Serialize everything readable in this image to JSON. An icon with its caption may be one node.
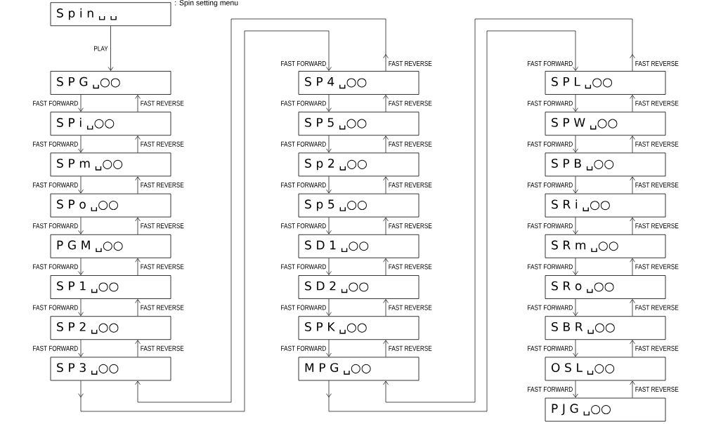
{
  "diagram": {
    "nodes": [
      {
        "text": [
          "S p i n ␣ ␣"
        ],
        "beside": [
          ": Spin setting menu"
        ]
      },
      {
        "text": [
          "S P G ␣○○"
        ]
      },
      {
        "text": [
          "S P i ␣○○"
        ]
      },
      {
        "text": [
          "S P m ␣○○"
        ]
      },
      {
        "text": [
          "S P o ␣○○"
        ]
      },
      {
        "text": [
          "P G M ␣○○"
        ]
      },
      {
        "text": [
          "S P 1 ␣○○"
        ]
      },
      {
        "text": [
          "S P 2 ␣○○"
        ]
      },
      {
        "text": [
          "S P 3 ␣○○"
        ]
      },
      {
        "text": [
          "S P 4 ␣○○"
        ]
      },
      {
        "text": [
          "S P 5 ␣○○"
        ]
      },
      {
        "text": [
          "S p 2 ␣○○"
        ]
      },
      {
        "text": [
          "S p 5 ␣○○"
        ]
      },
      {
        "text": [
          "S D 1 ␣○○"
        ]
      },
      {
        "text": [
          "S D 2 ␣○○"
        ]
      },
      {
        "text": [
          "S P K ␣○○"
        ]
      },
      {
        "text": [
          "M P G ␣○○"
        ]
      },
      {
        "text": [
          "S P L ␣○○"
        ]
      },
      {
        "text": [
          "S P W ␣○○"
        ]
      },
      {
        "text": [
          "S P B ␣○○"
        ]
      },
      {
        "text": [
          "S R i ␣○○"
        ]
      },
      {
        "text": [
          "S R m ␣○○"
        ]
      },
      {
        "text": [
          "S R o ␣○○"
        ]
      },
      {
        "text": [
          "S B R ␣○○"
        ]
      },
      {
        "text": [
          "O S L ␣○○"
        ]
      },
      {
        "text": [
          "P J G ␣○○"
        ]
      }
    ],
    "edges": [
      {
        "from": 0,
        "to": 1,
        "arrow": "to",
        "label": "PLAY"
      },
      {
        "from": 1,
        "to": 2,
        "arrow": "to",
        "label": "FAST FORWARD"
      },
      {
        "from": 2,
        "to": 1,
        "arrow": "to",
        "label": "FAST REVERSE"
      },
      {
        "from": 2,
        "to": 3,
        "arrow": "to",
        "label": "FAST FORWARD"
      },
      {
        "from": 3,
        "to": 2,
        "arrow": "to",
        "label": "FAST REVERSE"
      },
      {
        "from": 3,
        "to": 4,
        "arrow": "to",
        "label": "FAST FORWARD"
      },
      {
        "from": 4,
        "to": 3,
        "arrow": "to",
        "label": "FAST REVERSE"
      },
      {
        "from": 4,
        "to": 5,
        "arrow": "to",
        "label": "FAST FORWARD"
      },
      {
        "from": 5,
        "to": 4,
        "arrow": "to",
        "label": "FAST REVERSE"
      },
      {
        "from": 5,
        "to": 6,
        "arrow": "to",
        "label": "FAST FORWARD"
      },
      {
        "from": 6,
        "to": 5,
        "arrow": "to",
        "label": "FAST REVERSE"
      },
      {
        "from": 6,
        "to": 7,
        "arrow": "to",
        "label": "FAST FORWARD"
      },
      {
        "from": 7,
        "to": 6,
        "arrow": "to",
        "label": "FAST REVERSE"
      },
      {
        "from": 7,
        "to": 8,
        "arrow": "to",
        "label": "FAST FORWARD"
      },
      {
        "from": 8,
        "to": 7,
        "arrow": "to",
        "label": "FAST REVERSE"
      },
      {
        "from": 8,
        "to": 9,
        "arrow": "to",
        "label": "FAST FORWARD"
      },
      {
        "from": 9,
        "to": 8,
        "arrow": "to",
        "label": "FAST REVERSE"
      },
      {
        "from": 9,
        "to": 10,
        "arrow": "to",
        "label": "FAST FORWARD"
      },
      {
        "from": 10,
        "to": 9,
        "arrow": "to",
        "label": "FAST REVERSE"
      },
      {
        "from": 10,
        "to": 11,
        "arrow": "to",
        "label": "FAST FORWARD"
      },
      {
        "from": 11,
        "to": 10,
        "arrow": "to",
        "label": "FAST REVERSE"
      },
      {
        "from": 11,
        "to": 12,
        "arrow": "to",
        "label": "FAST FORWARD"
      },
      {
        "from": 12,
        "to": 11,
        "arrow": "to",
        "label": "FAST REVERSE"
      },
      {
        "from": 12,
        "to": 13,
        "arrow": "to",
        "label": "FAST FORWARD"
      },
      {
        "from": 13,
        "to": 12,
        "arrow": "to",
        "label": "FAST REVERSE"
      },
      {
        "from": 13,
        "to": 14,
        "arrow": "to",
        "label": "FAST FORWARD"
      },
      {
        "from": 14,
        "to": 13,
        "arrow": "to",
        "label": "FAST REVERSE"
      },
      {
        "from": 14,
        "to": 15,
        "arrow": "to",
        "label": "FAST FORWARD"
      },
      {
        "from": 15,
        "to": 14,
        "arrow": "to",
        "label": "FAST REVERSE"
      },
      {
        "from": 15,
        "to": 16,
        "arrow": "to",
        "label": "FAST FORWARD"
      },
      {
        "from": 16,
        "to": 15,
        "arrow": "to",
        "label": "FAST REVERSE"
      },
      {
        "from": 16,
        "to": 17,
        "arrow": "to",
        "label": "FAST FORWARD"
      },
      {
        "from": 17,
        "to": 16,
        "arrow": "to",
        "label": "FAST REVERSE"
      },
      {
        "from": 17,
        "to": 18,
        "arrow": "to",
        "label": "FAST FORWARD"
      },
      {
        "from": 18,
        "to": 17,
        "arrow": "to",
        "label": "FAST REVERSE"
      },
      {
        "from": 18,
        "to": 19,
        "arrow": "to",
        "label": "FAST FORWARD"
      },
      {
        "from": 19,
        "to": 18,
        "arrow": "to",
        "label": "FAST REVERSE"
      },
      {
        "from": 19,
        "to": 20,
        "arrow": "to",
        "label": "FAST FORWARD"
      },
      {
        "from": 20,
        "to": 19,
        "arrow": "to",
        "label": "FAST REVERSE"
      },
      {
        "from": 20,
        "to": 21,
        "arrow": "to",
        "label": "FAST FORWARD"
      },
      {
        "from": 21,
        "to": 20,
        "arrow": "to",
        "label": "FAST REVERSE"
      },
      {
        "from": 21,
        "to": 22,
        "arrow": "to",
        "label": "FAST FORWARD"
      },
      {
        "from": 22,
        "to": 21,
        "arrow": "to",
        "label": "FAST REVERSE"
      },
      {
        "from": 22,
        "to": 23,
        "arrow": "to",
        "label": "FAST FORWARD"
      },
      {
        "from": 23,
        "to": 22,
        "arrow": "to",
        "label": "FAST REVERSE"
      },
      {
        "from": 23,
        "to": 24,
        "arrow": "to",
        "label": "FAST FORWARD"
      },
      {
        "from": 24,
        "to": 23,
        "arrow": "to",
        "label": "FAST REVERSE"
      },
      {
        "from": 24,
        "to": 25,
        "arrow": "to",
        "label": "FAST FORWARD"
      },
      {
        "from": 25,
        "to": 24,
        "arrow": "to",
        "label": "FAST REVERSE"
      }
    ]
  }
}
